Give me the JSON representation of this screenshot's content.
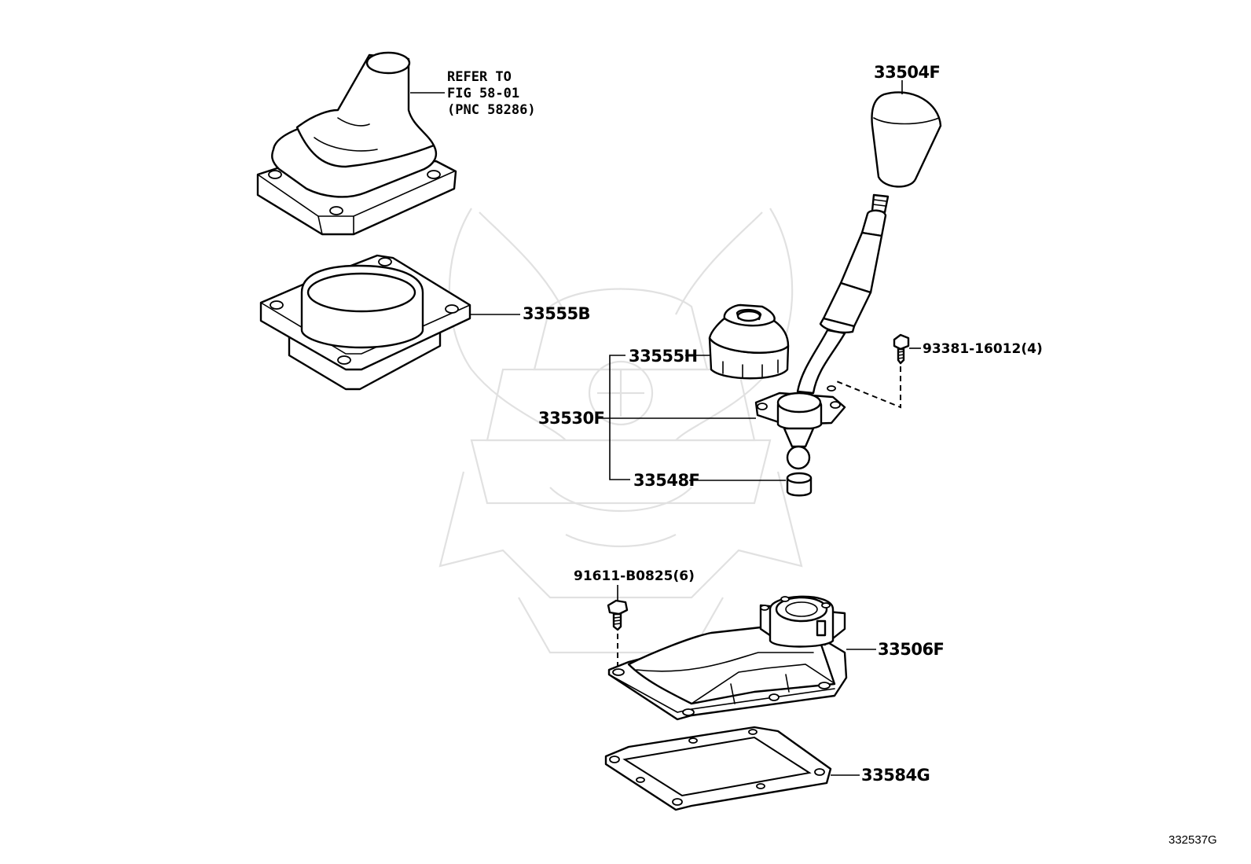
{
  "refer_note": {
    "line1": "REFER TO",
    "line2": "FIG 58-01",
    "line3": "(PNC 58286)"
  },
  "parts": {
    "knob": "33504F",
    "retainer": "33555B",
    "boot": "33555H",
    "lever": "33530F",
    "bushing": "33548F",
    "bolt_lever": "93381-16012(4)",
    "bolt_housing": "91611-B0825(6)",
    "housing": "33506F",
    "gasket": "33584G"
  },
  "figure_id": "332537G"
}
